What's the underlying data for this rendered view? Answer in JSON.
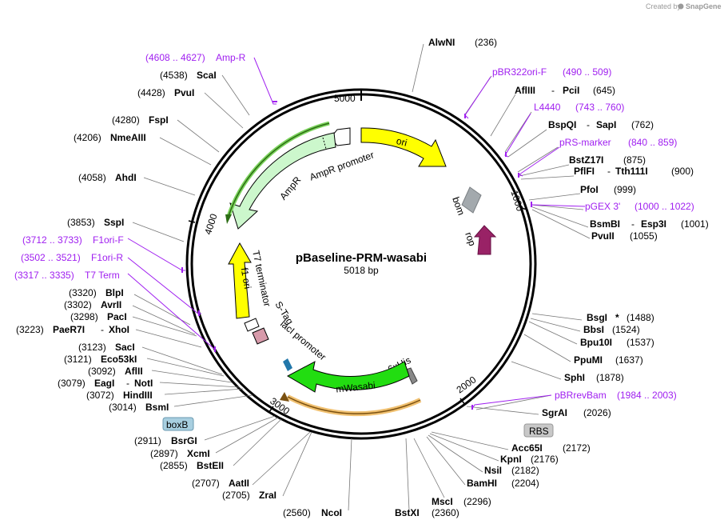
{
  "credit": {
    "created_by": "Created by",
    "brand": "SnapGene"
  },
  "plasmid": {
    "name": "pBaseline-PRM-wasabi",
    "length": "5018 bp"
  },
  "ticks": [
    "1000",
    "2000",
    "3000",
    "4000",
    "5000"
  ],
  "features": {
    "ori": "ori",
    "bom": "bom",
    "rop": "rop",
    "ampr": "AmpR",
    "ampr_promoter": "AmpR promoter",
    "f1_ori": "f1 ori",
    "t7_terminator": "T7 terminator",
    "s_tag": "S-Tag",
    "laci_promoter": "lacI promoter",
    "his": "6xHis",
    "mwasabi": "mWasabi",
    "boxb": "boxB",
    "rbs": "RBS"
  },
  "right_labels": [
    {
      "name": "AlwNI",
      "pos": "(236)"
    },
    {
      "primer": "pBR322ori-F",
      "range": "(490 .. 509)"
    },
    {
      "name": "AflIII",
      "sep": "-",
      "name2": "PciI",
      "pos": "(645)"
    },
    {
      "primer": "L4440",
      "range": "(743 .. 760)"
    },
    {
      "name": "BspQI",
      "sep": "-",
      "name2": "SapI",
      "pos": "(762)"
    },
    {
      "primer": "pRS-marker",
      "range": "(840 .. 859)"
    },
    {
      "name": "BstZ17I",
      "pos": "(875)"
    },
    {
      "name": "PflFI",
      "sep": "-",
      "name2": "Tth111I",
      "pos": "(900)"
    },
    {
      "name": "PfoI",
      "pos": "(999)"
    },
    {
      "primer": "pGEX 3'",
      "range": "(1000 .. 1022)"
    },
    {
      "name": "BsmBI",
      "sep": "-",
      "name2": "Esp3I",
      "pos": "(1001)"
    },
    {
      "name": "PvuII",
      "pos": "(1055)"
    },
    {
      "name": "BsgI",
      "star": "*",
      "pos": "(1488)"
    },
    {
      "name": "BbsI",
      "pos": "(1524)"
    },
    {
      "name": "Bpu10I",
      "pos": "(1537)"
    },
    {
      "name": "PpuMI",
      "pos": "(1637)"
    },
    {
      "name": "SphI",
      "pos": "(1878)"
    },
    {
      "primer": "pBRrevBam",
      "range": "(1984 .. 2003)"
    },
    {
      "name": "SgrAI",
      "pos": "(2026)"
    },
    {
      "name": "Acc65I",
      "pos": "(2172)"
    },
    {
      "name": "KpnI",
      "pos": "(2176)"
    },
    {
      "name": "NsiI",
      "pos": "(2182)"
    },
    {
      "name": "BamHI",
      "pos": "(2204)"
    }
  ],
  "bottom_labels": [
    {
      "name": "MscI",
      "pos": "(2296)"
    },
    {
      "name": "BstXI",
      "pos": "(2360)"
    },
    {
      "name": "NcoI",
      "pos": "(2560)"
    },
    {
      "name": "ZraI",
      "pos": "(2705)"
    },
    {
      "name": "AatII",
      "pos": "(2707)"
    }
  ],
  "left_labels": [
    {
      "primer": "Amp-R",
      "range": "(4608 .. 4627)"
    },
    {
      "name": "ScaI",
      "pos": "(4538)"
    },
    {
      "name": "PvuI",
      "pos": "(4428)"
    },
    {
      "name": "FspI",
      "pos": "(4280)"
    },
    {
      "name": "NmeAIII",
      "pos": "(4206)"
    },
    {
      "name": "AhdI",
      "pos": "(4058)"
    },
    {
      "name": "SspI",
      "pos": "(3853)"
    },
    {
      "primer": "F1ori-F",
      "range": "(3712 .. 3733)"
    },
    {
      "primer": "F1ori-R",
      "range": "(3502 .. 3521)"
    },
    {
      "primer": "T7 Term",
      "range": "(3317 .. 3335)"
    },
    {
      "name": "BlpI",
      "pos": "(3320)"
    },
    {
      "name": "AvrII",
      "pos": "(3302)"
    },
    {
      "name": "PacI",
      "pos": "(3298)"
    },
    {
      "name": "PaeR7I",
      "sep": "-",
      "name2": "XhoI",
      "pos": "(3223)"
    },
    {
      "name": "SacI",
      "pos": "(3123)"
    },
    {
      "name": "Eco53kI",
      "pos": "(3121)"
    },
    {
      "name": "AflII",
      "pos": "(3092)"
    },
    {
      "name": "EagI",
      "sep": "-",
      "name2": "NotI",
      "pos": "(3079)"
    },
    {
      "name": "HindIII",
      "pos": "(3072)"
    },
    {
      "name": "BsmI",
      "pos": "(3014)"
    },
    {
      "name": "BsrGI",
      "pos": "(2911)"
    },
    {
      "name": "XcmI",
      "pos": "(2897)"
    },
    {
      "name": "BstEII",
      "pos": "(2855)"
    }
  ],
  "colors": {
    "ori": "#ffff00",
    "ampr": "#ccf7cc",
    "ampr_promoter": "#ffffff",
    "f1_ori": "#ffff00",
    "mwasabi": "#22dd11",
    "bom": "#a3a9ad",
    "rop": "#992266",
    "primer": "#a020f0",
    "lacI_arrow": "#f0d8a8",
    "ampR_arrow": "#c8f0a0",
    "boxb": "#a8cfe0",
    "rbs": "#c8c8c8"
  }
}
